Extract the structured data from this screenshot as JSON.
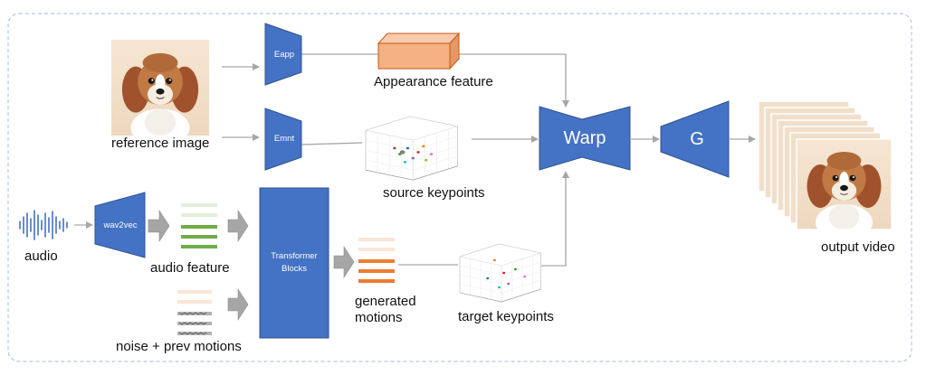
{
  "labels": {
    "eapp": "Eapp",
    "emnt": "Emnt",
    "appearance_feature": "Appearance feature",
    "reference_image": "reference image",
    "source_keypoints": "source keypoints",
    "warp": "Warp",
    "generator": "G",
    "wav2vec": "wav2vec",
    "audio": "audio",
    "audio_feature": "audio feature",
    "transformer_line1": "Transformer",
    "transformer_line2": "Blocks",
    "generated_line1": "generated",
    "generated_line2": "motions",
    "target_keypoints": "target keypoints",
    "noise_prev_motions": "noise + prev motions",
    "output_video": "output video"
  },
  "colors": {
    "block_blue": "#4472c4",
    "arrow_gray": "#a6a6a6",
    "appearance_orange": "#f4b183",
    "audio_green": "#70ad47",
    "audio_green_light": "#e2efd9",
    "motion_orange": "#ed7d31",
    "motion_orange_light": "#fbe5d6",
    "border_blue": "#b4c7e7"
  },
  "icons": [
    "dog-photo",
    "waveform-icon",
    "3d-scatter-plot"
  ]
}
